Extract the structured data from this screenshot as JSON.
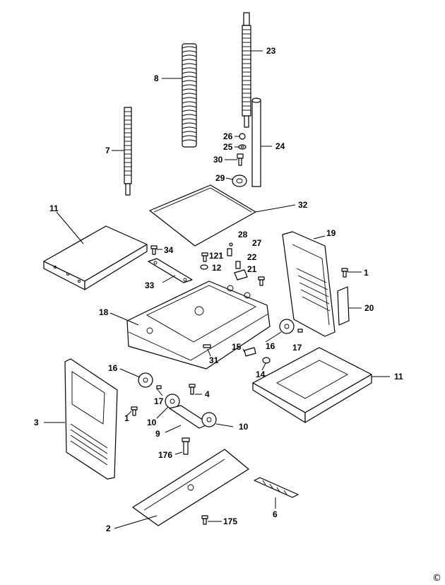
{
  "labels": {
    "p23": "23",
    "p8": "8",
    "p7": "7",
    "p26": "26",
    "p25": "25",
    "p24": "24",
    "p30": "30",
    "p29": "29",
    "p11a": "11",
    "p32": "32",
    "p28": "28",
    "p27": "27",
    "p19": "19",
    "p34": "34",
    "p121": "121",
    "p22": "22",
    "p12": "12",
    "p21": "21",
    "p1a": "1",
    "p33": "33",
    "p20": "20",
    "p18": "18",
    "p15": "15",
    "p16a": "16",
    "p17a": "17",
    "p31": "31",
    "p14": "14",
    "p11b": "11",
    "p16b": "16",
    "p3": "3",
    "p1b": "1",
    "p17b": "17",
    "p4": "4",
    "p10a": "10",
    "p10b": "10",
    "p9": "9",
    "p176": "176",
    "p6": "6",
    "p2": "2",
    "p175": "175"
  },
  "copyright": "©"
}
